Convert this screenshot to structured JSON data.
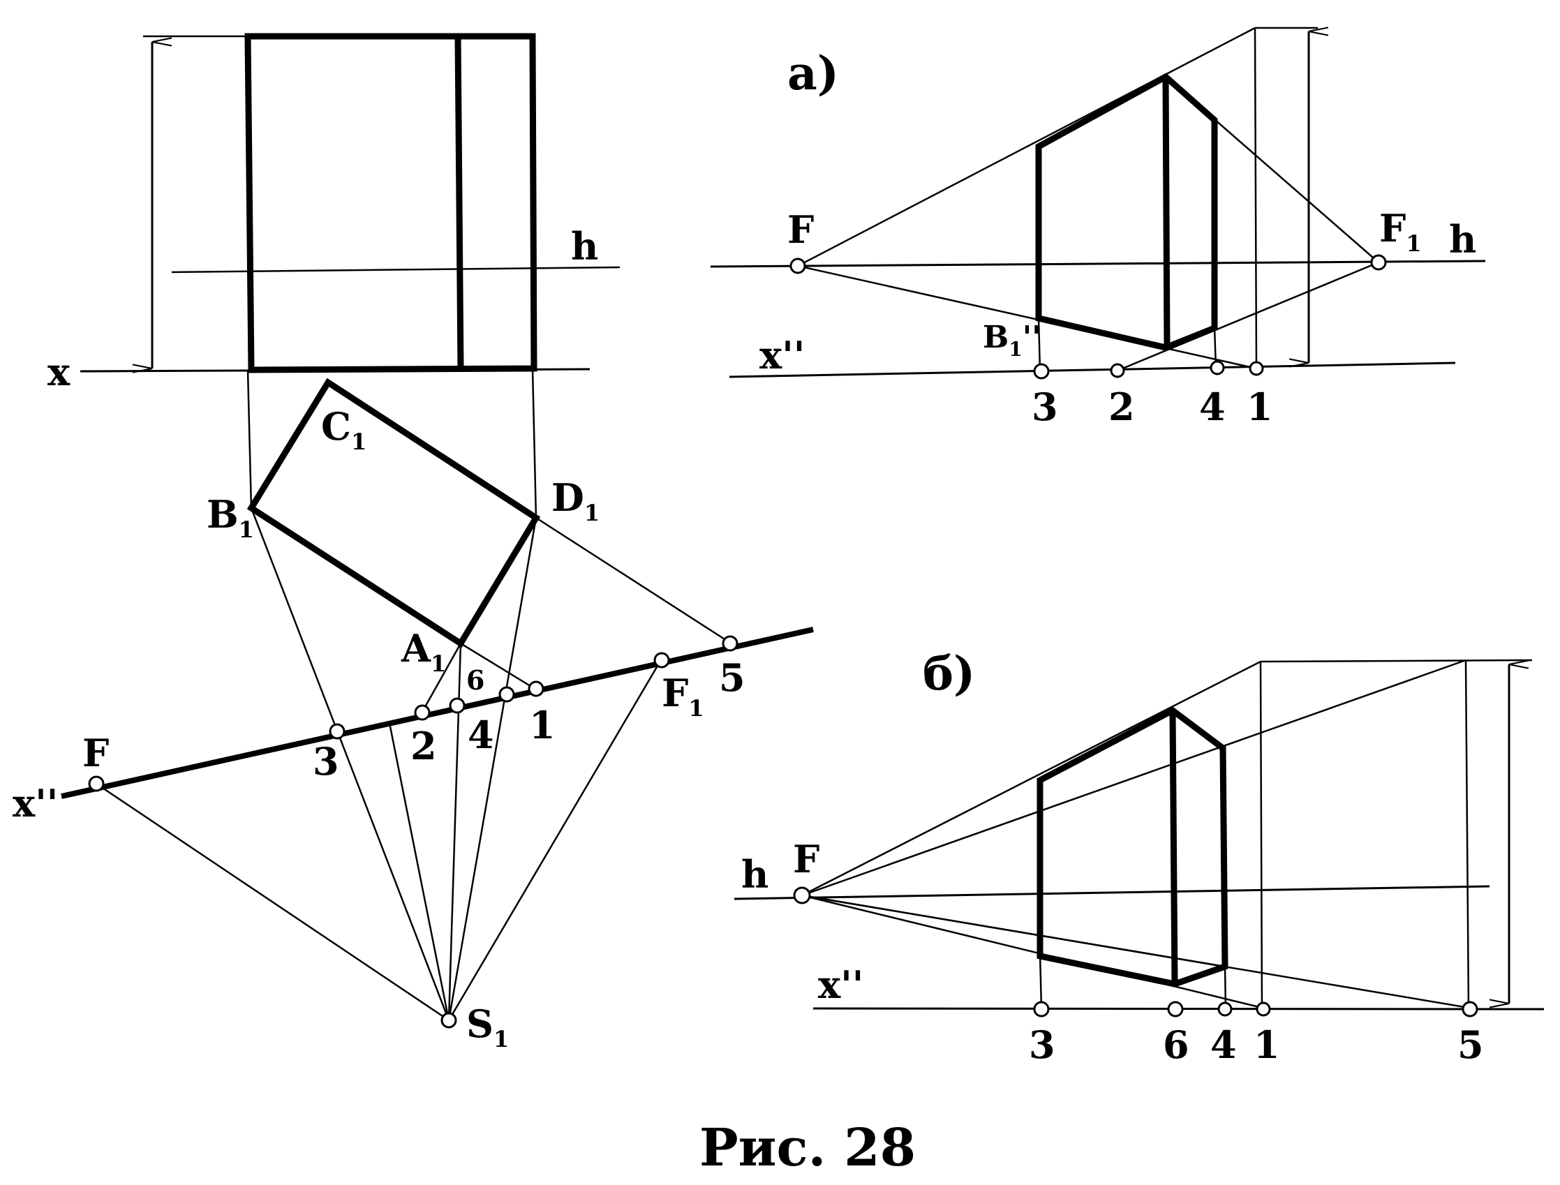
{
  "caption": "Рис. 28",
  "panel_a": {
    "letter": "а)",
    "labels": {
      "F": "F",
      "F1": "F",
      "F1_sub": "1",
      "h": "h",
      "x2": "x''",
      "B1": "B",
      "B1_sub": "1",
      "B1_prime": "''"
    },
    "ticks": [
      "3",
      "2",
      "4",
      "1"
    ]
  },
  "panel_b": {
    "letter": "б)",
    "labels": {
      "F": "F",
      "h": "h",
      "x2": "x''"
    },
    "ticks": [
      "3",
      "6",
      "4",
      "1",
      "5"
    ]
  },
  "left": {
    "labels": {
      "x": "x",
      "h": "h",
      "x2": "x''",
      "C1": "C",
      "B1": "B",
      "D1": "D",
      "A1": "A",
      "S1": "S",
      "F": "F",
      "F1": "F",
      "sub": "1"
    },
    "points": [
      "3",
      "2",
      "6",
      "4",
      "1",
      "5"
    ]
  }
}
